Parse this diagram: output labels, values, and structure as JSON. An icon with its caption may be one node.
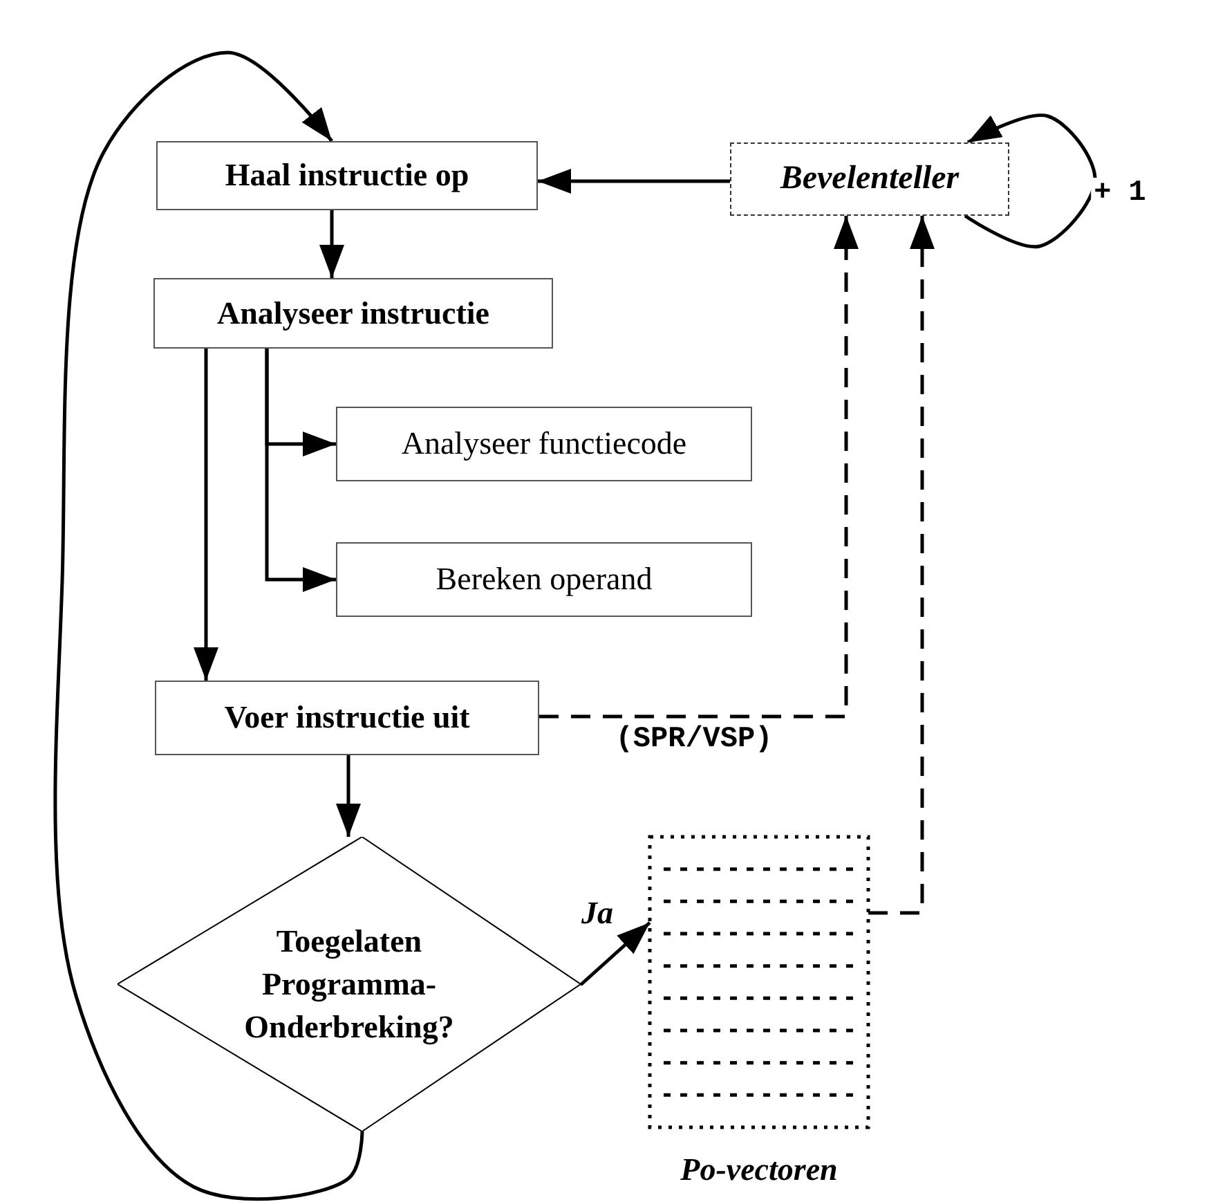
{
  "diagram": {
    "nodes": [
      {
        "text": [
          "Haal instructie op"
        ]
      },
      {
        "text": [
          "Bevelenteller"
        ]
      },
      {
        "text": [
          "Analyseer instructie"
        ]
      },
      {
        "text": [
          "Analyseer functiecode"
        ]
      },
      {
        "text": [
          "Bereken operand"
        ]
      },
      {
        "text": [
          "Voer instructie uit"
        ]
      },
      {
        "text": [
          "Toegelaten Programma-Onderbreking?"
        ]
      },
      {
        "text": [
          "Po-vectoren"
        ]
      }
    ],
    "edges": [
      {
        "from": 1,
        "to": 0,
        "arrow": "to"
      },
      {
        "from": 0,
        "to": 2,
        "arrow": "to"
      },
      {
        "from": 2,
        "to": 5,
        "arrow": "to"
      },
      {
        "from": 2,
        "to": 3,
        "arrow": "to"
      },
      {
        "from": 2,
        "to": 4,
        "arrow": "to"
      },
      {
        "from": 5,
        "to": 1,
        "arrow": "to",
        "style": "dashed",
        "label": "(SPR/VSP)"
      },
      {
        "from": 5,
        "to": 6,
        "arrow": "to"
      },
      {
        "from": 6,
        "to": 7,
        "arrow": "to",
        "label": "Ja"
      },
      {
        "from": 7,
        "to": 1,
        "arrow": "to",
        "style": "dashed"
      },
      {
        "from": 6,
        "to": 0,
        "arrow": "to"
      },
      {
        "from": 1,
        "to": 1,
        "arrow": "to",
        "label": "+ 1"
      }
    ]
  }
}
